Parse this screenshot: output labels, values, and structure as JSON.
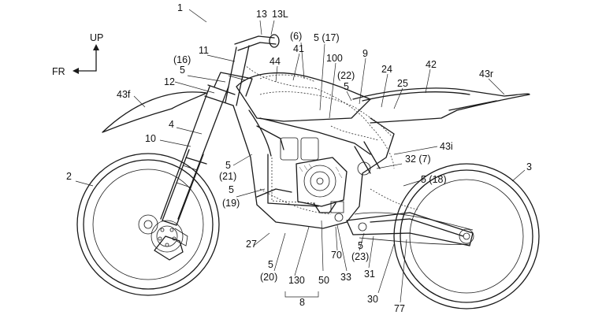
{
  "figure": {
    "labels": [
      {
        "id": "1",
        "text": "1"
      },
      {
        "id": "13",
        "text": "13"
      },
      {
        "id": "13L",
        "text": "13L"
      },
      {
        "id": "11",
        "text": "11"
      },
      {
        "id": "16",
        "text": "(16)"
      },
      {
        "id": "5a",
        "text": "5"
      },
      {
        "id": "12",
        "text": "12"
      },
      {
        "id": "43f",
        "text": "43f"
      },
      {
        "id": "6",
        "text": "(6)"
      },
      {
        "id": "41",
        "text": "41"
      },
      {
        "id": "44",
        "text": "44"
      },
      {
        "id": "5-17",
        "text": "5 (17)"
      },
      {
        "id": "100",
        "text": "100"
      },
      {
        "id": "22",
        "text": "(22)"
      },
      {
        "id": "5b",
        "text": "5"
      },
      {
        "id": "9",
        "text": "9"
      },
      {
        "id": "24",
        "text": "24"
      },
      {
        "id": "25",
        "text": "25"
      },
      {
        "id": "42",
        "text": "42"
      },
      {
        "id": "43r",
        "text": "43r"
      },
      {
        "id": "4",
        "text": "4"
      },
      {
        "id": "10",
        "text": "10"
      },
      {
        "id": "43i",
        "text": "43i"
      },
      {
        "id": "2",
        "text": "2"
      },
      {
        "id": "3",
        "text": "3"
      },
      {
        "id": "5c",
        "text": "5"
      },
      {
        "id": "21",
        "text": "(21)"
      },
      {
        "id": "32-7",
        "text": "32 (7)"
      },
      {
        "id": "5-18",
        "text": "5 (18)"
      },
      {
        "id": "5d",
        "text": "5"
      },
      {
        "id": "19",
        "text": "(19)"
      },
      {
        "id": "27",
        "text": "27"
      },
      {
        "id": "5e",
        "text": "5"
      },
      {
        "id": "20",
        "text": "(20)"
      },
      {
        "id": "5f",
        "text": "5"
      },
      {
        "id": "23",
        "text": "(23)"
      },
      {
        "id": "70",
        "text": "70"
      },
      {
        "id": "130",
        "text": "130"
      },
      {
        "id": "50",
        "text": "50"
      },
      {
        "id": "33",
        "text": "33"
      },
      {
        "id": "31",
        "text": "31"
      },
      {
        "id": "8",
        "text": "8"
      },
      {
        "id": "30",
        "text": "30"
      },
      {
        "id": "77",
        "text": "77"
      }
    ],
    "compass": {
      "up": "UP",
      "front": "FR"
    }
  }
}
